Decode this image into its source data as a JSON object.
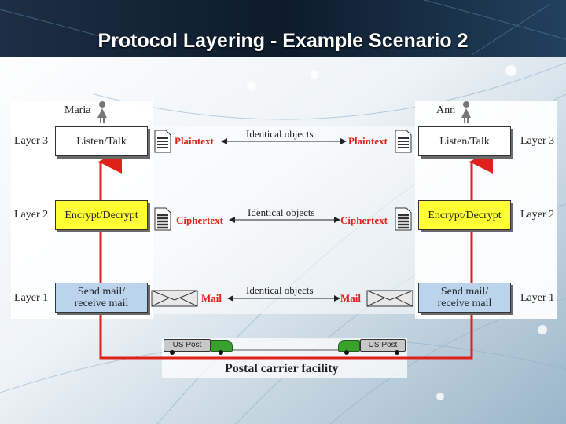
{
  "slide": {
    "title": "Protocol Layering - Example Scenario 2"
  },
  "diagram": {
    "left_person": "Maria",
    "right_person": "Ann",
    "layers": [
      {
        "label": "Layer 3",
        "left_box": "Listen/Talk",
        "right_box": "Listen/Talk",
        "left_item": "Plaintext",
        "right_item": "Plaintext",
        "identical": "Identical objects"
      },
      {
        "label": "Layer 2",
        "left_box": "Encrypt/Decrypt",
        "right_box": "Encrypt/Decrypt",
        "left_item": "Ciphertext",
        "right_item": "Ciphertext",
        "identical": "Identical objects"
      },
      {
        "label": "Layer 1",
        "left_box_line1": "Send mail/",
        "left_box_line2": "receive mail",
        "right_box_line1": "Send mail/",
        "right_box_line2": "receive mail",
        "left_item": "Mail",
        "right_item": "Mail",
        "identical": "Identical objects"
      }
    ],
    "truck_left_label": "US Post",
    "truck_right_label": "US Post",
    "facility": "Postal carrier facility",
    "colors": {
      "path": "#e0201b",
      "encrypt_box": "#ffff33",
      "mail_box": "#bcd3ee"
    }
  }
}
